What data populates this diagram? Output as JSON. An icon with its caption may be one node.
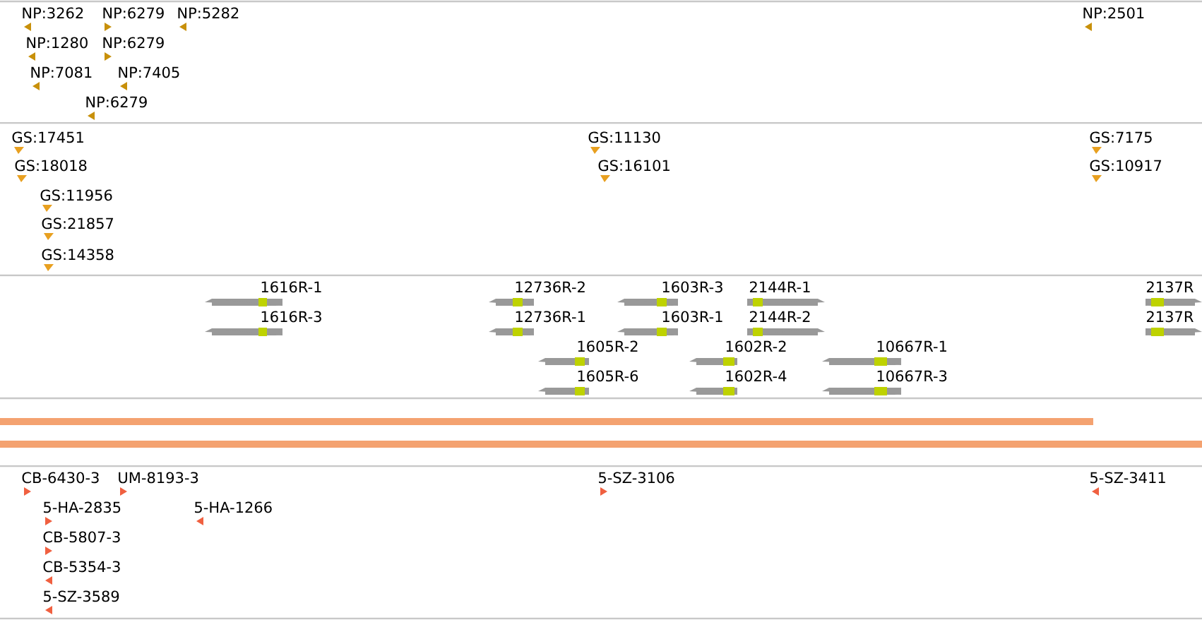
{
  "diagram": {
    "labels": [
      "NP:3262",
      "NP:6279",
      "NP:5282",
      "NP:2501",
      "NP:1280",
      "NP:6279",
      "NP:7081",
      "NP:7405",
      "NP:6279",
      "GS:17451",
      "GS:11130",
      "GS:7175",
      "GS:18018",
      "GS:16101",
      "GS:10917",
      "GS:11956",
      "GS:21857",
      "GS:14358",
      "1616R-1",
      "12736R-2",
      "1603R-3",
      "2144R-1",
      "2137R",
      "1616R-3",
      "12736R-1",
      "1603R-1",
      "2144R-2",
      "2137R",
      "1605R-2",
      "1602R-2",
      "10667R-1",
      "1605R-6",
      "1602R-4",
      "10667R-3",
      "CB-6430-3",
      "UM-8193-3",
      "5-SZ-3106",
      "5-SZ-3411",
      "5-HA-2835",
      "5-HA-1266",
      "CB-5807-3",
      "CB-5354-3",
      "5-SZ-3589"
    ]
  }
}
